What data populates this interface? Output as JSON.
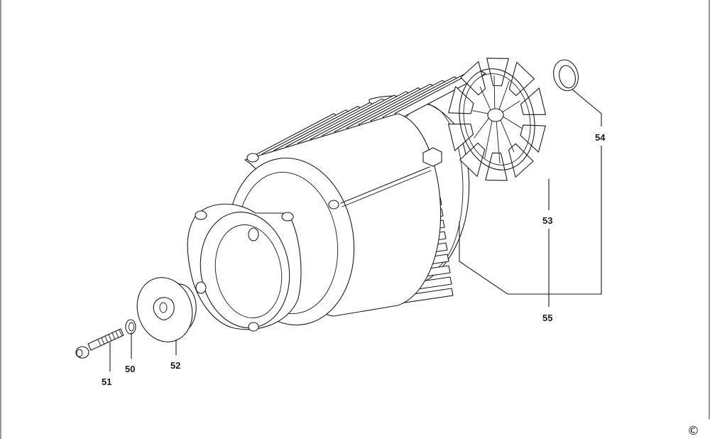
{
  "callouts": {
    "p50": "50",
    "p51": "51",
    "p52": "52",
    "p53": "53",
    "p54": "54",
    "p55": "55"
  },
  "copyright": "©",
  "colors": {
    "line": "#1a1a1a",
    "background": "#ffffff"
  }
}
